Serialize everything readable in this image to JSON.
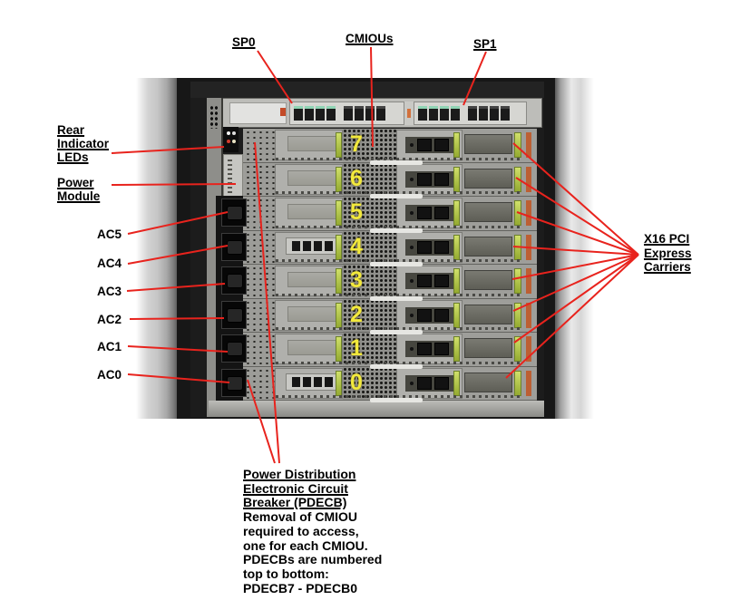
{
  "labels": {
    "sp0": "SP0",
    "cmious": "CMIOUs",
    "sp1": "SP1",
    "rear_indicator_leds": {
      "lines": [
        "Rear",
        "Indicator",
        "LEDs"
      ]
    },
    "power_module": {
      "lines": [
        "Power",
        "Module"
      ]
    },
    "ac_inputs": [
      "AC5",
      "AC4",
      "AC3",
      "AC2",
      "AC1",
      "AC0"
    ],
    "x16_pci_carriers": {
      "lines": [
        "X16 PCI",
        "Express",
        "Carriers"
      ]
    }
  },
  "bottom_note": {
    "underlined_lines": [
      "Power Distribution",
      "Electronic Circuit",
      "Breaker (PDECB)"
    ],
    "body_lines": [
      "Removal of CMIOU",
      "required to access,",
      "one for each CMIOU.",
      "PDECBs are numbered",
      "top to bottom:",
      "PDECB7 - PDECB0"
    ]
  },
  "chassis": {
    "slots": [
      {
        "number": "7",
        "ethernet": false
      },
      {
        "number": "6",
        "ethernet": false
      },
      {
        "number": "5",
        "ethernet": false
      },
      {
        "number": "4",
        "ethernet": true
      },
      {
        "number": "3",
        "ethernet": false
      },
      {
        "number": "2",
        "ethernet": false
      },
      {
        "number": "1",
        "ethernet": false
      },
      {
        "number": "0",
        "ethernet": true
      }
    ],
    "ac_inlet_count": 6,
    "sp_module_count": 2
  },
  "colors": {
    "annotation_red": "#e8231d",
    "slot_number_yellow": "#f2e93c",
    "latch_green": "#aac83e",
    "label_text": "#000000"
  }
}
